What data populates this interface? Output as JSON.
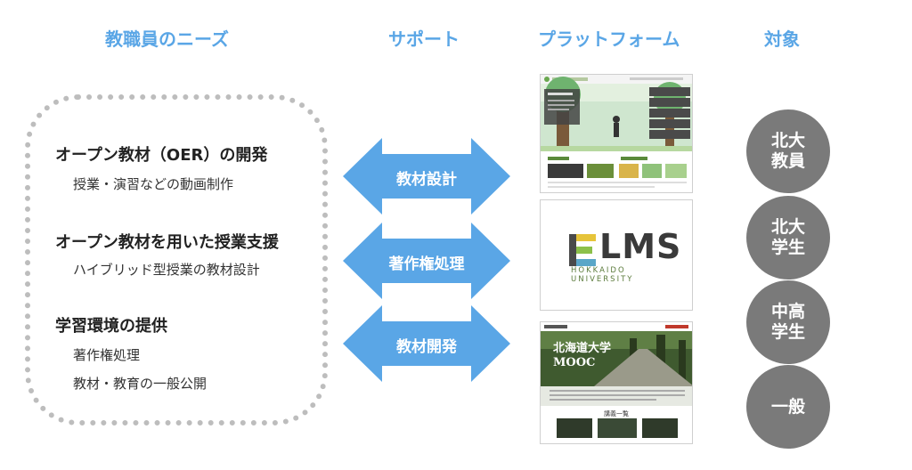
{
  "headers": {
    "needs": "教職員のニーズ",
    "support": "サポート",
    "platform": "プラットフォーム",
    "target": "対象"
  },
  "needs": [
    {
      "title": "オープン教材（OER）の開発",
      "subs": [
        "授業・演習などの動画制作"
      ]
    },
    {
      "title": "オープン教材を用いた授業支援",
      "subs": [
        "ハイブリッド型授業の教材設計"
      ]
    },
    {
      "title": "学習環境の提供",
      "subs": [
        "著作権処理",
        "教材・教育の一般公開"
      ]
    }
  ],
  "supports": [
    "教材設計",
    "著作権処理",
    "教材開発"
  ],
  "platforms": {
    "elms": {
      "logo": "LMS",
      "university": "HOKKAIDO UNIVERSITY"
    },
    "mooc": {
      "title_line1": "北海道大学",
      "title_line2": "MOOC",
      "list_label": "講義一覧"
    }
  },
  "targets": [
    {
      "line1": "北大",
      "line2": "教員"
    },
    {
      "line1": "北大",
      "line2": "学生"
    },
    {
      "line1": "中高",
      "line2": "学生"
    },
    {
      "line1": "一般",
      "line2": ""
    }
  ],
  "colors": {
    "header": "#5aa6e6",
    "arrow": "#5aa6e6",
    "circle": "#7a7a7a",
    "dotted_border": "#bdbdbd"
  }
}
